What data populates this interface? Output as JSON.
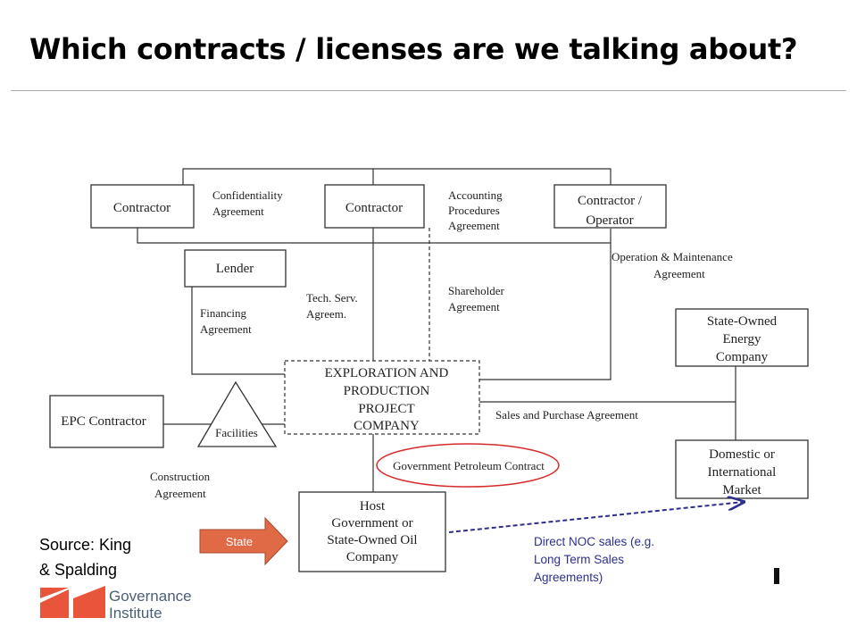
{
  "slide": {
    "title": "Which contracts / licenses are we talking about?"
  },
  "diagram": {
    "contractor_1": "Contractor",
    "contractor_2": "Contractor",
    "contractor_operator": [
      "Contractor /",
      "Operator"
    ],
    "confidentiality": [
      "Confidentiality",
      "Agreement"
    ],
    "accounting": [
      "Accounting",
      "Procedures",
      "Agreement"
    ],
    "operation_maintenance": [
      "Operation  & Maintenance",
      "Agreement"
    ],
    "lender": "Lender",
    "tech_serv": [
      "Tech. Serv.",
      "Agreem."
    ],
    "shareholder": [
      "Shareholder",
      "Agreement"
    ],
    "financing": [
      "Financing",
      "Agreement"
    ],
    "state_owned_energy": [
      "State-Owned",
      "Energy",
      "Company"
    ],
    "project_company": [
      "EXPLORATION AND",
      "PRODUCTION",
      "PROJECT",
      "COMPANY"
    ],
    "epc": "EPC Contractor",
    "facilities": "Facilities",
    "sales_purchase": "Sales and Purchase Agreement",
    "domestic_market": [
      "Domestic or",
      "International",
      "Market"
    ],
    "gov_petroleum_contract": "Government Petroleum Contract",
    "construction": [
      "Construction",
      "Agreement"
    ],
    "host_government": [
      "Host",
      "Government or",
      "State-Owned Oil",
      "Company"
    ],
    "state_arrow": "State",
    "highlight_color": "#d62a2a",
    "accent_blue": "#2d2f8f",
    "arrow_fill": "#e06a45"
  },
  "source": [
    "Source: King",
    "& Spalding"
  ],
  "noc_sales": [
    "Direct NOC sales (e.g.",
    "Long Term Sales",
    "Agreements)"
  ],
  "logo": {
    "lines": [
      "Governance",
      "Institute"
    ],
    "color": "#e8553a"
  }
}
